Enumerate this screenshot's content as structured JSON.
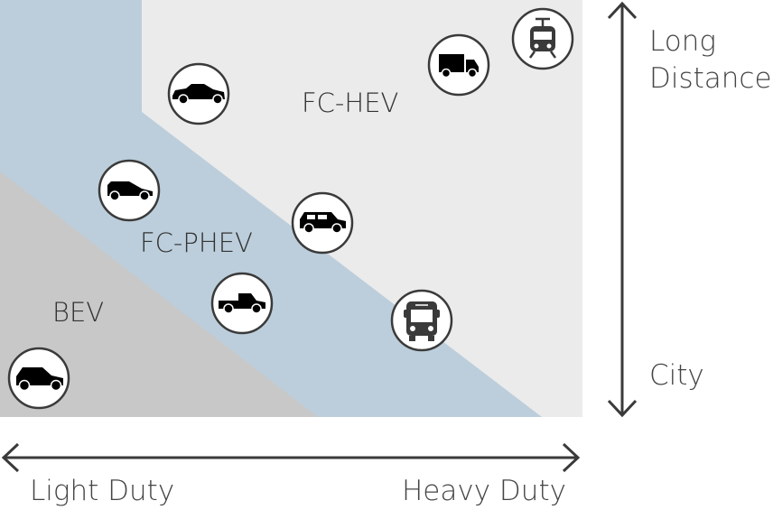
{
  "regions": {
    "fc_hev": "FC-HEV",
    "fc_phev": "FC-PHEV",
    "bev": "BEV"
  },
  "axes": {
    "x_left": "Light Duty",
    "x_right": "Heavy Duty",
    "y_top_line1": "Long",
    "y_top_line2": "Distance",
    "y_bottom": "City"
  },
  "colors": {
    "fc_hev": "#ebebeb",
    "fc_phev": "#bccedb",
    "bev": "#c8c8c8",
    "icon_border": "#3a3a3a",
    "arrow": "#3a3a3a"
  },
  "icons": [
    "sedan-icon",
    "truck-icon",
    "tram-icon",
    "hatchback-icon",
    "suv-icon",
    "pickup-icon",
    "bus-icon",
    "microcar-icon"
  ]
}
